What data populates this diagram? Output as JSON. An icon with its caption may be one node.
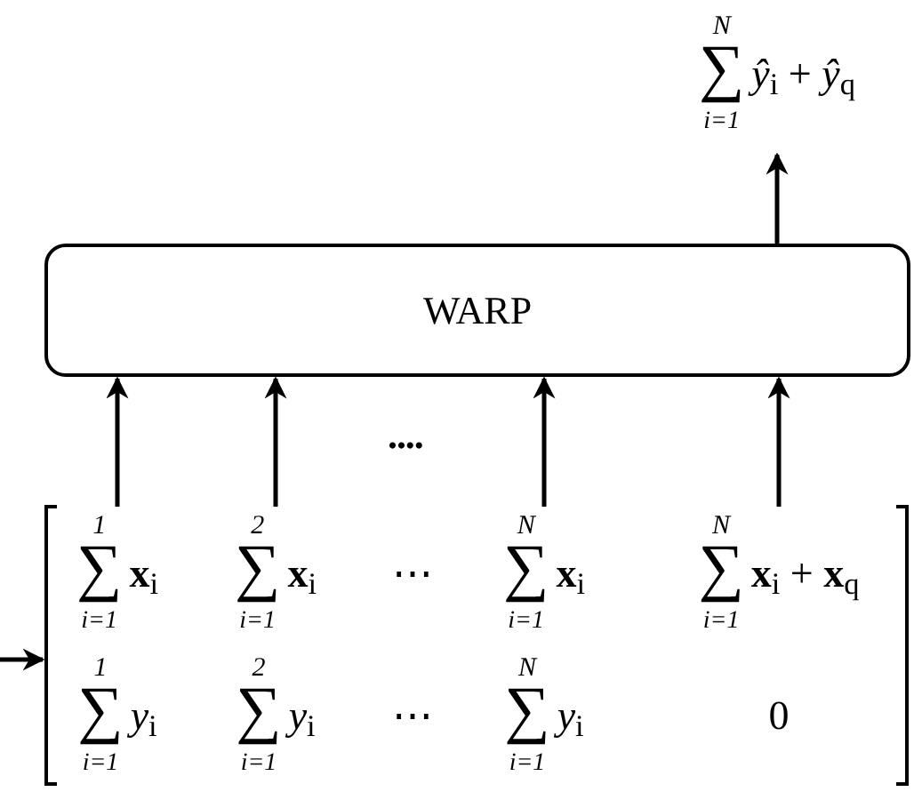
{
  "diagram": {
    "nodes": [
      {
        "text": [
          "N",
          "∑",
          "i=1",
          "*ŷ*$_{i}$ + *ŷ*$_{q}$"
        ]
      },
      {
        "text": [
          "WARP"
        ]
      },
      {
        "text": [],
        "shape": "bracket"
      },
      {
        "text": [
          "1",
          "∑",
          "i=1",
          "**x**$_{i}$",
          "1",
          "∑",
          "i=1",
          "*y*$_{i}$"
        ],
        "in": 2
      },
      {
        "text": [
          "2",
          "∑",
          "i=1",
          "**x**$_{i}$",
          "2",
          "∑",
          "i=1",
          "*y*$_{i}$"
        ],
        "in": 2
      },
      {
        "text": [
          "⋯",
          "⋯"
        ],
        "in": 2
      },
      {
        "text": [
          "N",
          "∑",
          "i=1",
          "**x**$_{i}$",
          "N",
          "∑",
          "i=1",
          "*y*$_{i}$"
        ],
        "in": 2
      },
      {
        "text": [
          "N",
          "∑",
          "i=1",
          "**x**$_{i}$ + **x**$_{q}$",
          "0"
        ],
        "in": 2
      }
    ],
    "edges": [
      {
        "from": 3,
        "to": 1,
        "arrow": "to"
      },
      {
        "from": 4,
        "to": 1,
        "arrow": "to"
      },
      {
        "from": 6,
        "to": 1,
        "arrow": "to"
      },
      {
        "from": 7,
        "to": 1,
        "arrow": "to"
      },
      {
        "from": 1,
        "to": 0,
        "arrow": "to"
      },
      {
        "from": null,
        "to": 2,
        "arrow": "to"
      }
    ],
    "labels": [
      "...."
    ]
  }
}
